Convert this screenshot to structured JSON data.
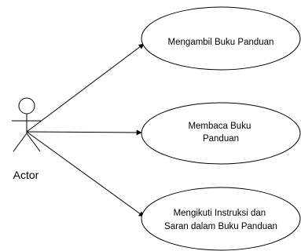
{
  "actor": {
    "label": "Actor",
    "icon": "stick-figure-icon"
  },
  "use_cases": [
    {
      "id": "uc1",
      "lines": [
        "Mengambil Buku Panduan"
      ]
    },
    {
      "id": "uc2",
      "lines": [
        "Membaca Buku",
        "Panduan"
      ]
    },
    {
      "id": "uc3",
      "lines": [
        "Mengikuti Instruksi dan",
        "Saran dalam Buku Panduan"
      ]
    }
  ],
  "associations": [
    {
      "from": "actor",
      "to": "uc1"
    },
    {
      "from": "actor",
      "to": "uc2"
    },
    {
      "from": "actor",
      "to": "uc3"
    }
  ],
  "colors": {
    "stroke": "#000000",
    "fill": "#ffffff",
    "text": "#000000"
  }
}
